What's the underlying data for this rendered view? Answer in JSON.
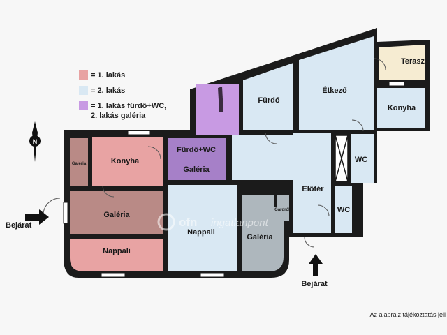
{
  "legend": [
    {
      "text": "= 1. lakás",
      "color": "#e8a3a3"
    },
    {
      "text": "= 2. lakás",
      "color": "#d9e8f3"
    },
    {
      "text": "= 1. lakás fürdő+WC,",
      "text2": "2. lakás galéria",
      "color": "#c89ae3"
    }
  ],
  "rooms": {
    "galeria_small": "Galéria",
    "konyha_left": "Konyha",
    "furdo_wc": "Fürdő+WC",
    "galeria_purple": "Galéria",
    "galeria_left": "Galéria",
    "nappali_left": "Nappali",
    "nappali_mid": "Nappali",
    "galeria_grey": "Galéria",
    "gardrob": "Gardrób",
    "eloter": "Előtér",
    "wc_lower": "WC",
    "wc_upper": "WC",
    "furdo": "Fürdő",
    "etkezo": "Étkező",
    "konyha_right": "Konyha",
    "terasz": "Terasz"
  },
  "entrances": {
    "left": "Bejárat",
    "bottom": "Bejárat"
  },
  "compass": "N",
  "watermark": {
    "brand": "ofn",
    "text": "ingatlanpont"
  },
  "disclaimer": "Az alaprajz tájékoztatás jell",
  "colors": {
    "flat1": "#e8a3a3",
    "flat1_dark": "#b98a86",
    "flat2": "#d9e8f3",
    "shared": "#c89ae3",
    "shared_dark": "#a680c8",
    "grey": "#aeb7bd",
    "terasz": "#f6ecd2",
    "wall": "#1b1b1b"
  }
}
